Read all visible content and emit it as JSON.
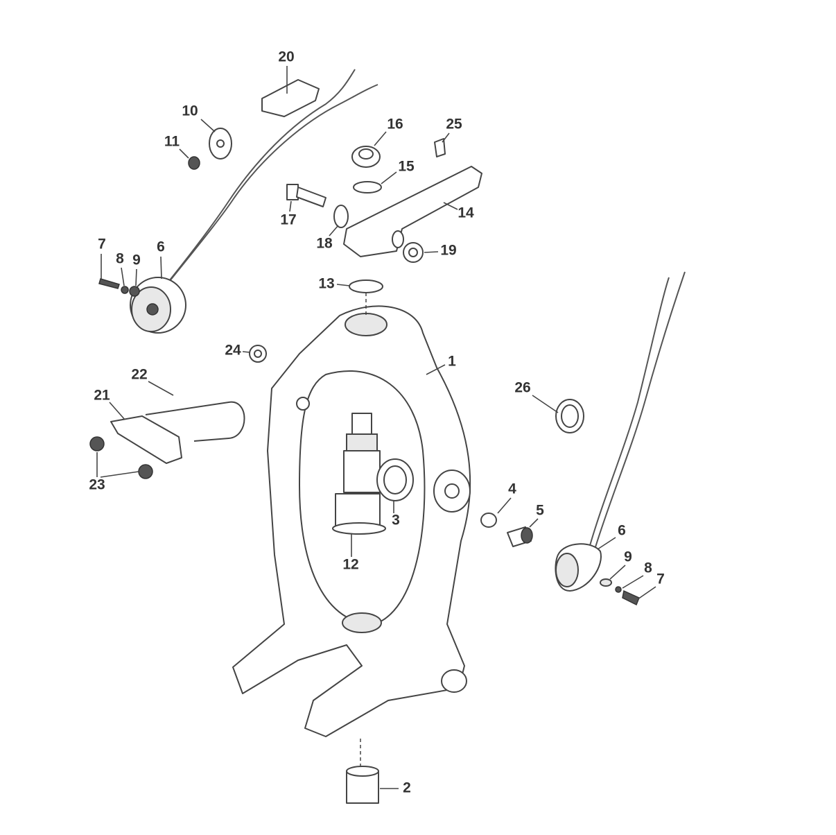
{
  "diagram": {
    "type": "exploded parts diagram",
    "callouts": {
      "c1": "1",
      "c2": "2",
      "c3": "3",
      "c4": "4",
      "c5": "5",
      "c6a": "6",
      "c6b": "6",
      "c7a": "7",
      "c7b": "7",
      "c8a": "8",
      "c8b": "8",
      "c9a": "9",
      "c9b": "9",
      "c10": "10",
      "c11": "11",
      "c12": "12",
      "c13": "13",
      "c14": "14",
      "c15": "15",
      "c16": "16",
      "c17": "17",
      "c18": "18",
      "c19": "19",
      "c20": "20",
      "c21": "21",
      "c22": "22",
      "c23": "23",
      "c24": "24",
      "c25": "25",
      "c26": "26"
    }
  }
}
